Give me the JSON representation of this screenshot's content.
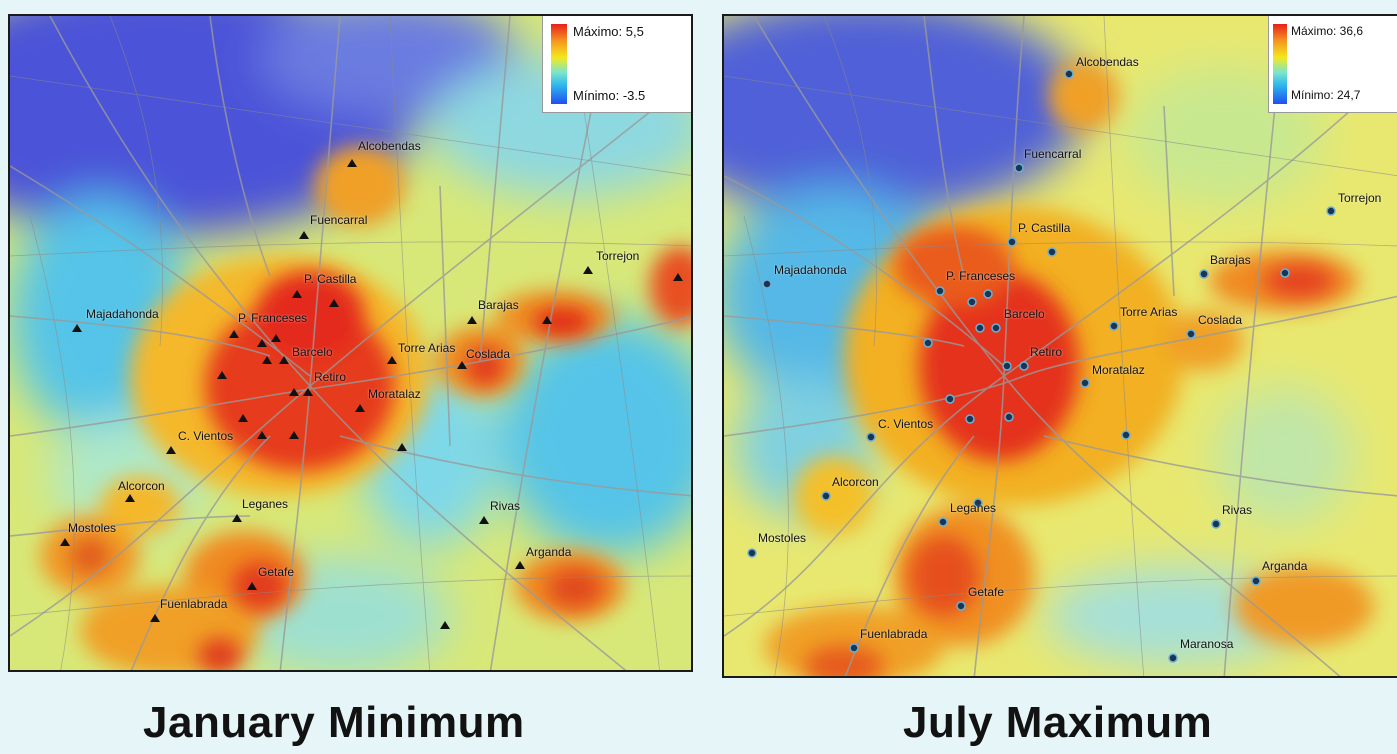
{
  "panels": [
    {
      "caption": "January Minimum",
      "legend": {
        "max_label": "Máximo: 5,5",
        "min_label": "Mínimo: -3.5"
      },
      "places": [
        "Alcobendas",
        "Fuencarral",
        "P. Castilla",
        "P. Franceses",
        "Barcelo",
        "Retiro",
        "Torre Arias",
        "Coslada",
        "Moratalaz",
        "Barajas",
        "Torrejon",
        "Majadahonda",
        "C. Vientos",
        "Alcorcon",
        "Leganes",
        "Mostoles",
        "Getafe",
        "Fuenlabrada",
        "Rivas",
        "Arganda"
      ]
    },
    {
      "caption": "July Maximum",
      "legend": {
        "max_label": "Máximo: 36,6",
        "min_label": "Mínimo: 24,7"
      },
      "places": [
        "Alcobendas",
        "Fuencarral",
        "P. Castilla",
        "P. Franceses",
        "Barcelo",
        "Retiro",
        "Torre Arias",
        "Coslada",
        "Moratalaz",
        "Barajas",
        "Torrejon",
        "Majadahonda",
        "C. Vientos",
        "Alcorcon",
        "Leganes",
        "Mostoles",
        "Getafe",
        "Fuenlabrada",
        "Rivas",
        "Arganda",
        "Maranosa"
      ]
    }
  ],
  "colors": {
    "cold": "#4a4fd8",
    "cool": "#52c4e8",
    "mild": "#d8e870",
    "warm": "#f0c020",
    "hot": "#f07a1e",
    "very_hot": "#e41e1a",
    "roads": "#9a9a9a"
  },
  "icons": {
    "january_station": "triangle-marker-icon",
    "july_station": "circle-marker-icon"
  }
}
